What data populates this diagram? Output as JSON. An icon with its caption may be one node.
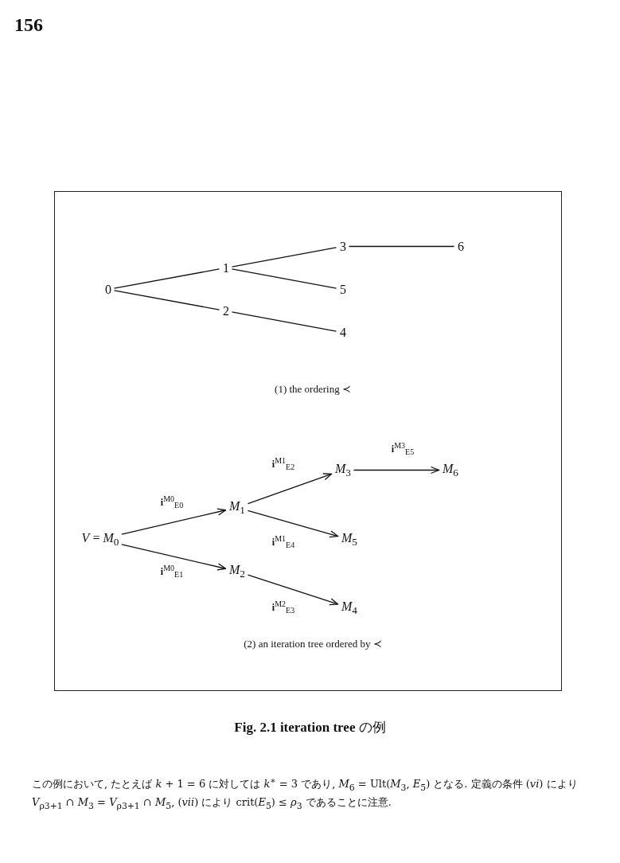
{
  "diagram": {
    "caption": "**Fig. 2.1 iteration tree** の例",
    "nodes": [
      {
        "text": [
          "(1) the ordering ≺",
          "(2) an iteration tree ordered by ≺"
        ]
      },
      {
        "text": [
          "0"
        ],
        "in": 0
      },
      {
        "text": [
          "1"
        ],
        "in": 0
      },
      {
        "text": [
          "2"
        ],
        "in": 0
      },
      {
        "text": [
          "3"
        ],
        "in": 0
      },
      {
        "text": [
          "4"
        ],
        "in": 0
      },
      {
        "text": [
          "5"
        ],
        "in": 0
      },
      {
        "text": [
          "6"
        ],
        "in": 0
      },
      {
        "text": [
          "*V* = *M*$_{0}$"
        ],
        "in": 0
      },
      {
        "text": [
          "*M*$_{1}$"
        ],
        "in": 0
      },
      {
        "text": [
          "*M*$_{2}$"
        ],
        "in": 0
      },
      {
        "text": [
          "*M*$_{3}$"
        ],
        "in": 0
      },
      {
        "text": [
          "*M*$_{4}$"
        ],
        "in": 0
      },
      {
        "text": [
          "*M*$_{5}$"
        ],
        "in": 0
      },
      {
        "text": [
          "*M*$_{6}$"
        ],
        "in": 0
      }
    ],
    "edges": [
      {
        "from": 1,
        "to": 2,
        "arrow": "none"
      },
      {
        "from": 1,
        "to": 3,
        "arrow": "none"
      },
      {
        "from": 2,
        "to": 4,
        "arrow": "none"
      },
      {
        "from": 2,
        "to": 6,
        "arrow": "none"
      },
      {
        "from": 3,
        "to": 5,
        "arrow": "none"
      },
      {
        "from": 4,
        "to": 7,
        "arrow": "none"
      },
      {
        "from": 8,
        "to": 9,
        "arrow": "to",
        "label": "**i**$^{M0}$$_{E0}$"
      },
      {
        "from": 8,
        "to": 10,
        "arrow": "to",
        "label": "**i**$^{M0}$$_{E1}$"
      },
      {
        "from": 9,
        "to": 11,
        "arrow": "to",
        "label": "**i**$^{M1}$$_{E2}$"
      },
      {
        "from": 9,
        "to": 13,
        "arrow": "to",
        "label": "**i**$^{M1}$$_{E4}$"
      },
      {
        "from": 10,
        "to": 12,
        "arrow": "to",
        "label": "**i**$^{M2}$$_{E3}$"
      },
      {
        "from": 11,
        "to": 14,
        "arrow": "to",
        "label": "**i**$^{M3}$$_{E5}$"
      }
    ],
    "labels": [
      "156",
      "この例において, たとえば *k* + 1 = 6 に対しては *k*$^{∗}$ = 3 であり, *M*$_{6}$ = Ult(*M*$_{3}$, *E*$_{5}$) となる. 定義の条件 (*vi*) により *V*$_{ρ3+1}$ ∩ *M*$_{3}$ = *V*$_{ρ3+1}$ ∩ *M*$_{5}$, (*vii*) により crit(*E*$_{5}$) ≤ *ρ*$_{3}$ であることに注意."
    ]
  }
}
